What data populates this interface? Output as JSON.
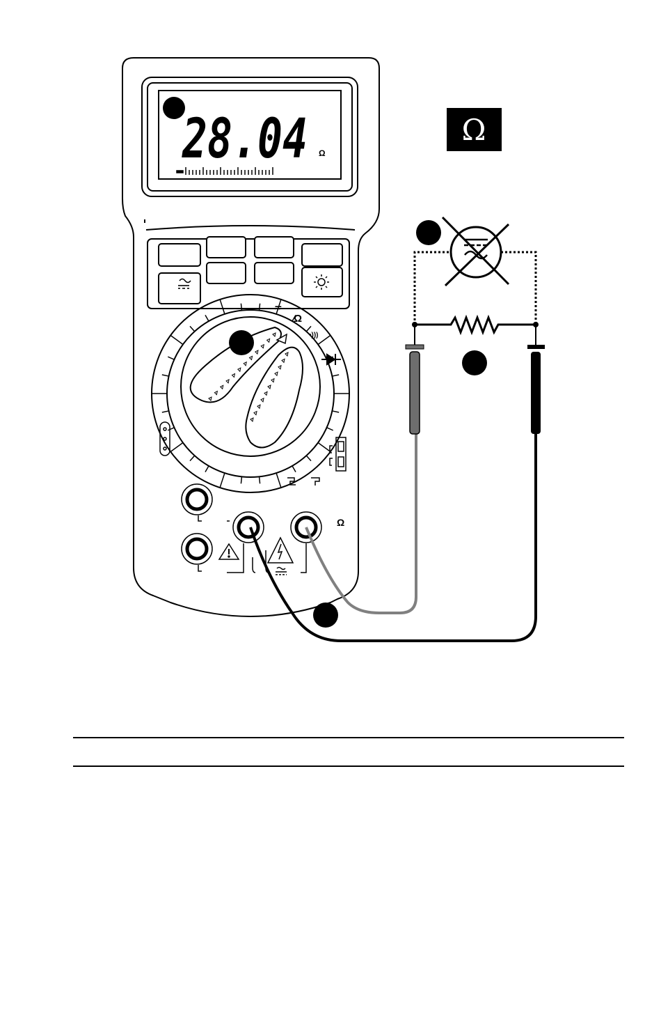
{
  "display": {
    "reading": "28.04",
    "unit": "Ω"
  },
  "mode_badge": {
    "symbol": "Ω"
  },
  "dial": {
    "position_labels": [
      "≂",
      "Ω",
      "•)))"
    ]
  },
  "terminal_label": "Ω",
  "colors": {
    "ink": "#000000",
    "lcd_background": "#ffffff",
    "red_lead": "#808080",
    "black_lead": "#000000",
    "badge_background": "#000000",
    "badge_text": "#ffffff"
  },
  "icons": [
    "omega-icon",
    "sun-icon",
    "ac-dc-icon",
    "diode-icon",
    "continuity-icon",
    "warning-icon",
    "high-voltage-icon",
    "capacitor-crossed-icon",
    "resistor-icon"
  ]
}
